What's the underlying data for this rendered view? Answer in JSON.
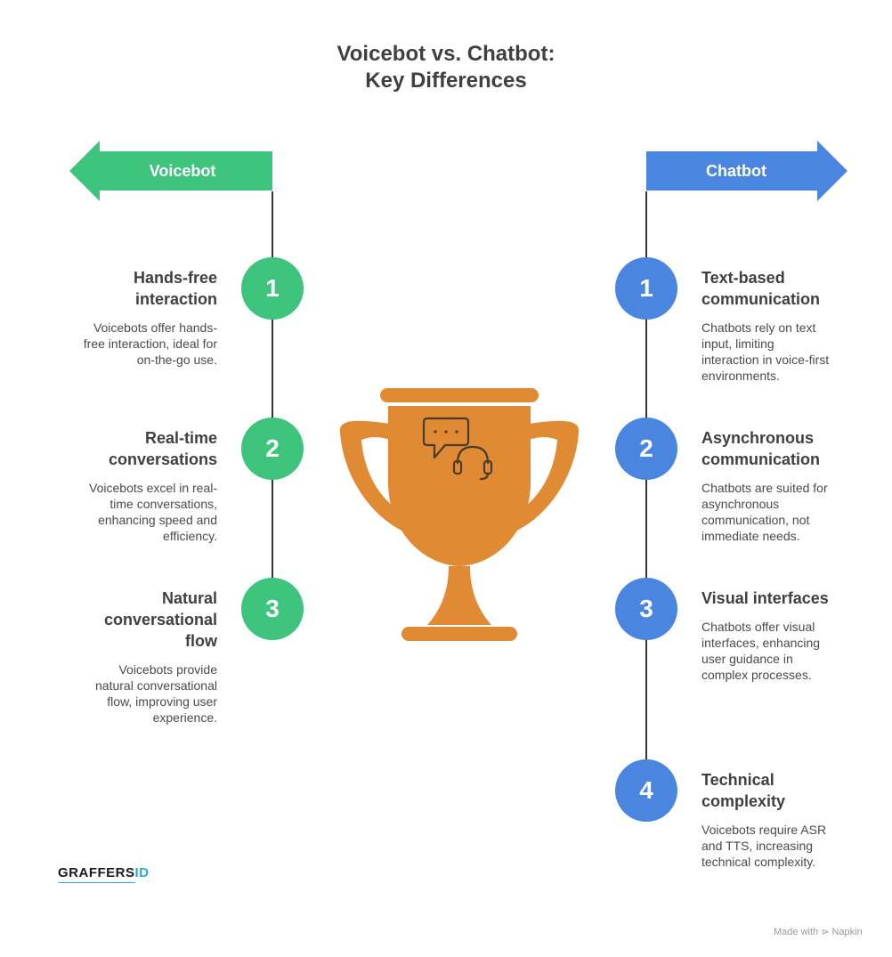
{
  "title_line1": "Voicebot vs. Chatbot:",
  "title_line2": "Key Differences",
  "colors": {
    "voicebot": "#3ec47d",
    "chatbot": "#4a86e0",
    "trophy": "#e08a34"
  },
  "left": {
    "label": "Voicebot",
    "items": [
      {
        "num": "1",
        "head1": "Hands-free",
        "head2": "interaction",
        "head3": "",
        "desc": [
          "Voicebots offer hands-",
          "free interaction, ideal for",
          "on-the-go use.",
          ""
        ]
      },
      {
        "num": "2",
        "head1": "Real-time",
        "head2": "conversations",
        "head3": "",
        "desc": [
          "Voicebots excel in real-",
          "time conversations,",
          "enhancing speed and",
          "efficiency."
        ]
      },
      {
        "num": "3",
        "head1": "Natural",
        "head2": "conversational",
        "head3": "flow",
        "desc": [
          "Voicebots provide",
          "natural conversational",
          "flow, improving user",
          "experience."
        ]
      }
    ]
  },
  "right": {
    "label": "Chatbot",
    "items": [
      {
        "num": "1",
        "head1": "Text-based",
        "head2": "communication",
        "desc": [
          "Chatbots rely on text",
          "input, limiting",
          "interaction in voice-first",
          "environments."
        ]
      },
      {
        "num": "2",
        "head1": "Asynchronous",
        "head2": "communication",
        "desc": [
          "Chatbots are suited for",
          "asynchronous",
          "communication, not",
          "immediate needs."
        ]
      },
      {
        "num": "3",
        "head1": "Visual interfaces",
        "head2": "",
        "desc": [
          "Chatbots offer visual",
          "interfaces, enhancing",
          "user guidance in",
          "complex processes."
        ]
      },
      {
        "num": "4",
        "head1": "Technical",
        "head2": "complexity",
        "desc": [
          "Voicebots require ASR",
          "and TTS, increasing",
          "technical complexity.",
          ""
        ]
      }
    ]
  },
  "center_icons": [
    "chat-bubble-icon",
    "headset-icon"
  ],
  "brand": {
    "main": "GRAFFERS",
    "accent": "ID"
  },
  "footer": "Made with ⋗ Napkin"
}
